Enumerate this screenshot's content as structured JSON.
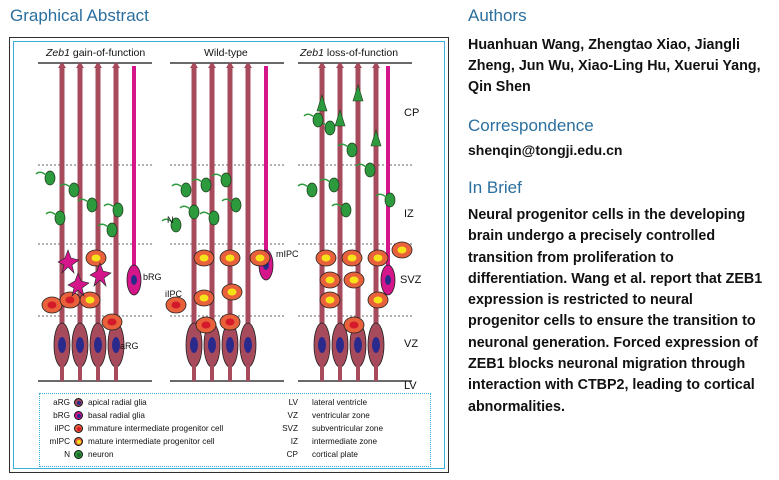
{
  "graphical_abstract": {
    "title": "Graphical Abstract",
    "panels": [
      {
        "title_italic": "Zeb1",
        "title_rest": " gain-of-function"
      },
      {
        "title_italic": "",
        "title_rest": "Wild-type"
      },
      {
        "title_italic": "Zeb1",
        "title_rest": " loss-of-function"
      }
    ],
    "zones": [
      "CP",
      "IZ",
      "SVZ",
      "VZ",
      "LV"
    ],
    "cell_labels": {
      "brg": "bRG",
      "argl": "aRG",
      "ipc_i": "iIPC",
      "ipc_m": "mIPC",
      "neuron": "N"
    },
    "legend": [
      {
        "abbr": "aRG",
        "text": "apical radial glia",
        "kind": "arg"
      },
      {
        "abbr": "bRG",
        "text": "basal radial glia",
        "kind": "brg"
      },
      {
        "abbr": "iIPC",
        "text": "immature intermediate progenitor cell",
        "kind": "iipc"
      },
      {
        "abbr": "mIPC",
        "text": "mature intermediate progenitor cell",
        "kind": "mipc"
      },
      {
        "abbr": "N",
        "text": "neuron",
        "kind": "neuron"
      }
    ],
    "legend_zones": [
      {
        "abbr": "LV",
        "text": "lateral ventricle"
      },
      {
        "abbr": "VZ",
        "text": "ventricular zone"
      },
      {
        "abbr": "SVZ",
        "text": "subventricular zone"
      },
      {
        "abbr": "IZ",
        "text": "intermediate zone"
      },
      {
        "abbr": "CP",
        "text": "cortical plate"
      }
    ],
    "colors": {
      "arg_body": "#a64a5c",
      "arg_nucleus": "#2a2a8c",
      "brg": "#d4168a",
      "ipc_body": "#e8613a",
      "ipc_core_i": "#d41a2a",
      "ipc_core_m": "#f5e218",
      "neuron": "#2e9a3e",
      "frame": "#3aaed8"
    }
  },
  "authors": {
    "heading": "Authors",
    "names": "Huanhuan Wang, Zhengtao Xiao, Jiangli Zheng, Jun Wu, Xiao-Ling Hu, Xuerui Yang, Qin Shen"
  },
  "correspondence": {
    "heading": "Correspondence",
    "email": "shenqin@tongji.edu.cn"
  },
  "in_brief": {
    "heading": "In Brief",
    "text": "Neural progenitor cells in the developing brain undergo a precisely controlled transition from proliferation to differentiation. Wang et al. report that ZEB1 expression is restricted to neural progenitor cells to ensure the transition to neuronal generation. Forced expression of ZEB1 blocks neuronal migration through interaction with CTBP2, leading to cortical abnormalities."
  }
}
